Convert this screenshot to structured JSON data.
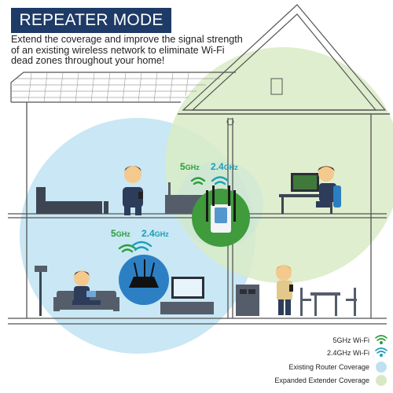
{
  "title": "REPEATER MODE",
  "description": "Extend the coverage and improve the signal strength of an existing wireless network to eliminate Wi-Fi dead zones throughout your home!",
  "bands": {
    "upper_5": "5",
    "upper_5_unit": "GHz",
    "upper_24": "2.4",
    "upper_24_unit": "GHz",
    "lower_5": "5",
    "lower_5_unit": "GHz",
    "lower_24": "2.4",
    "lower_24_unit": "GHz"
  },
  "legend": [
    {
      "label": "5GHz Wi-Fi",
      "icon": "wifi-5ghz-icon",
      "color": "#2a9d3a"
    },
    {
      "label": "2.4GHz Wi-Fi",
      "icon": "wifi-24ghz-icon",
      "color": "#1aa0b8"
    },
    {
      "label": "Existing Router Coverage",
      "icon": "blue-circle-icon",
      "color": "#bfe0f0"
    },
    {
      "label": "Expanded Extender Coverage",
      "icon": "green-circle-icon",
      "color": "#d6e9c2"
    }
  ],
  "colors": {
    "banner": "#1e3a66",
    "green_wifi": "#2a9d3a",
    "teal_wifi": "#1aa0b8",
    "router_coverage": "#bfe0f0",
    "extender_coverage": "#d6e9c2",
    "extender_disc": "#3f9b3c",
    "router_disc": "#2d7fc3",
    "house_line": "#555555"
  }
}
